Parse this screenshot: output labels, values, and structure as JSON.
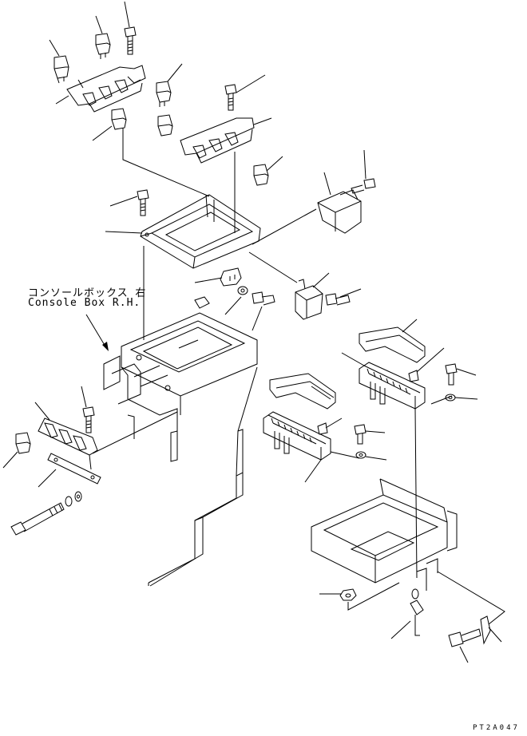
{
  "callout": {
    "japanese": "コンソールボックス 右",
    "english": "Console Box R.H."
  },
  "drawing_code": "PT2A047"
}
